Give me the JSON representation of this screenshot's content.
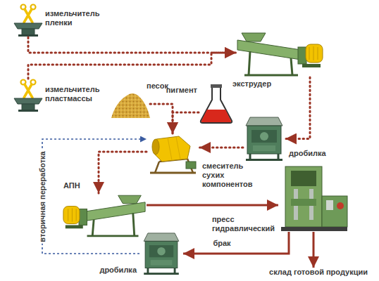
{
  "diagram": {
    "nodes": [
      {
        "text": [
          "измельчитель пленки"
        ]
      },
      {
        "text": [
          "экструдер"
        ]
      },
      {
        "text": [
          "измельчитель пластмассы"
        ]
      },
      {
        "text": [
          "песок"
        ]
      },
      {
        "text": [
          "пигмент"
        ]
      },
      {
        "text": [
          "дробилка"
        ]
      },
      {
        "text": [
          "смеситель сухих компонентов"
        ]
      },
      {
        "text": [
          "АПН"
        ]
      },
      {
        "text": [
          "пресс гидравлический"
        ]
      },
      {
        "text": [
          "дробилка"
        ]
      },
      {
        "text": [
          "склад готовой продукции"
        ]
      }
    ],
    "edges": [
      {
        "from": 0,
        "to": 1,
        "arrow": "to"
      },
      {
        "from": 2,
        "to": 1,
        "arrow": "to"
      },
      {
        "from": 1,
        "to": 5,
        "arrow": "to"
      },
      {
        "from": 5,
        "to": 6,
        "arrow": "to"
      },
      {
        "from": 3,
        "to": 6,
        "arrow": "to"
      },
      {
        "from": 4,
        "to": 6,
        "arrow": "to"
      },
      {
        "from": 6,
        "to": 7,
        "arrow": "to"
      },
      {
        "from": 7,
        "to": 8,
        "arrow": "to"
      },
      {
        "from": 8,
        "to": 10,
        "arrow": "to"
      },
      {
        "from": 8,
        "to": 9,
        "label": "брак",
        "arrow": "to"
      },
      {
        "from": 9,
        "to": 6,
        "label": "вторичная переработка",
        "arrow": "to"
      }
    ]
  }
}
